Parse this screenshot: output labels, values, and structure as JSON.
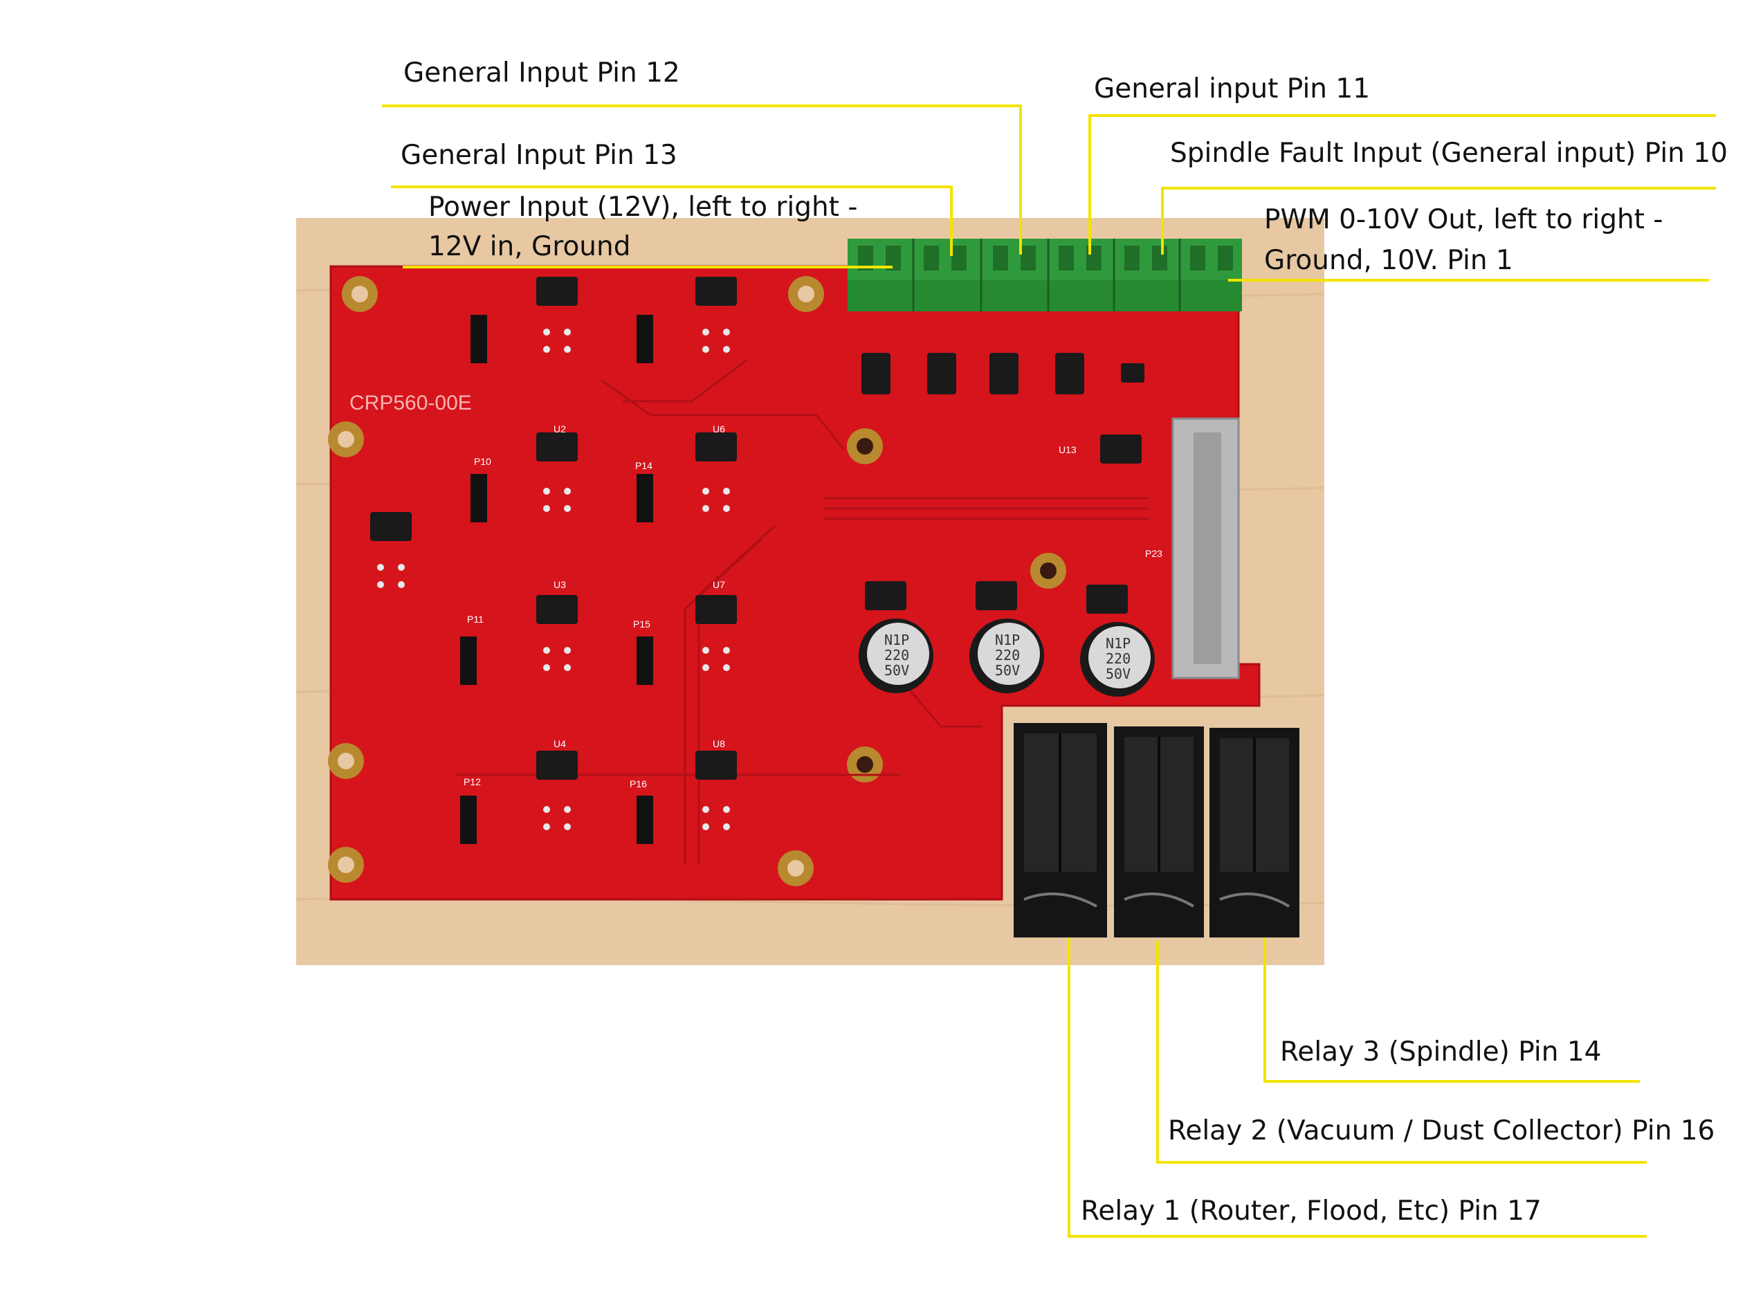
{
  "colors": {
    "callout_line": "#f2e400",
    "wood": "#e7c8a3",
    "pcb": "#d6141c",
    "terminal": "#2f9a3b",
    "relay": "#151515"
  },
  "board": {
    "name": "CRP560-00E"
  },
  "labels": {
    "gen_input_12": "General Input Pin 12",
    "gen_input_11": "General input Pin 11",
    "gen_input_13": "General Input Pin 13",
    "spindle_fault": "Spindle Fault Input (General input) Pin 10",
    "power_input_line1": "Power Input (12V), left to right -",
    "power_input_line2": "12V in, Ground",
    "pwm_line1": "PWM 0-10V Out, left to right -",
    "pwm_line2": "Ground, 10V. Pin 1",
    "relay3": "Relay 3 (Spindle) Pin 14",
    "relay2": "Relay 2 (Vacuum / Dust Collector) Pin 16",
    "relay1": "Relay 1 (Router, Flood, Etc) Pin 17"
  },
  "capacitors": [
    {
      "l1": "N1P",
      "l2": "220",
      "l3": "50V"
    },
    {
      "l1": "N1P",
      "l2": "220",
      "l3": "50V"
    },
    {
      "l1": "N1P",
      "l2": "220",
      "l3": "50V"
    }
  ]
}
